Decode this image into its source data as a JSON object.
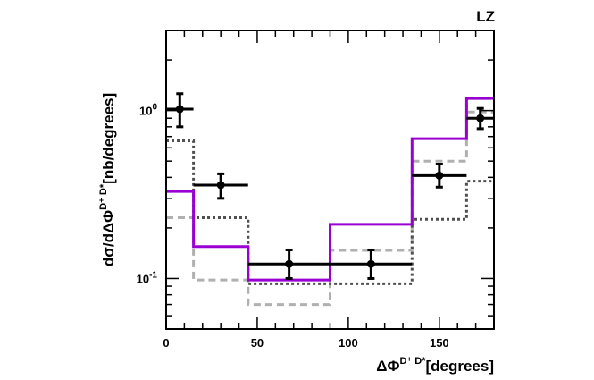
{
  "chart_data": {
    "type": "step-histogram",
    "title": "LZ",
    "xlabel": "ΔΦ",
    "xlabel_superscript": "D⁺ D*",
    "xlabel_unit": "[degrees]",
    "ylabel": "dσ/dΔΦ",
    "ylabel_superscript": "D⁺ D*",
    "ylabel_unit": "[nb/degrees]",
    "x_scale": "linear",
    "y_scale": "log",
    "xlim": [
      0,
      180
    ],
    "ylim": [
      0.05,
      3.0
    ],
    "x_ticks": [
      0,
      50,
      100,
      150
    ],
    "y_ticks": [
      {
        "value": 0.1,
        "base": "10",
        "exp": "-1"
      },
      {
        "value": 1,
        "base": "10",
        "exp": "0"
      }
    ],
    "bin_edges": [
      0,
      15,
      45,
      90,
      135,
      165,
      180
    ],
    "series": [
      {
        "style": "solid",
        "color": "#9b00d3",
        "values": [
          0.33,
          0.155,
          0.098,
          0.21,
          0.68,
          1.18
        ]
      },
      {
        "style": "dashed",
        "color": "#b0b0b0",
        "values": [
          0.23,
          0.098,
          0.07,
          0.147,
          0.5,
          0.98
        ]
      },
      {
        "style": "dotted",
        "color": "#505050",
        "values": [
          0.66,
          0.23,
          0.093,
          0.093,
          0.225,
          0.38
        ]
      }
    ],
    "data_points": [
      {
        "x": 7.5,
        "xerr": 7.5,
        "y": 1.02,
        "ylo": 0.8,
        "yhi": 1.26
      },
      {
        "x": 30,
        "xerr": 15,
        "y": 0.36,
        "ylo": 0.3,
        "yhi": 0.42
      },
      {
        "x": 67.5,
        "xerr": 22.5,
        "y": 0.122,
        "ylo": 0.1,
        "yhi": 0.148
      },
      {
        "x": 112.5,
        "xerr": 22.5,
        "y": 0.122,
        "ylo": 0.1,
        "yhi": 0.148
      },
      {
        "x": 150,
        "xerr": 15,
        "y": 0.41,
        "ylo": 0.35,
        "yhi": 0.48
      },
      {
        "x": 172.5,
        "xerr": 7.5,
        "y": 0.9,
        "ylo": 0.78,
        "yhi": 1.03
      }
    ],
    "grid": false,
    "legend": "none"
  }
}
